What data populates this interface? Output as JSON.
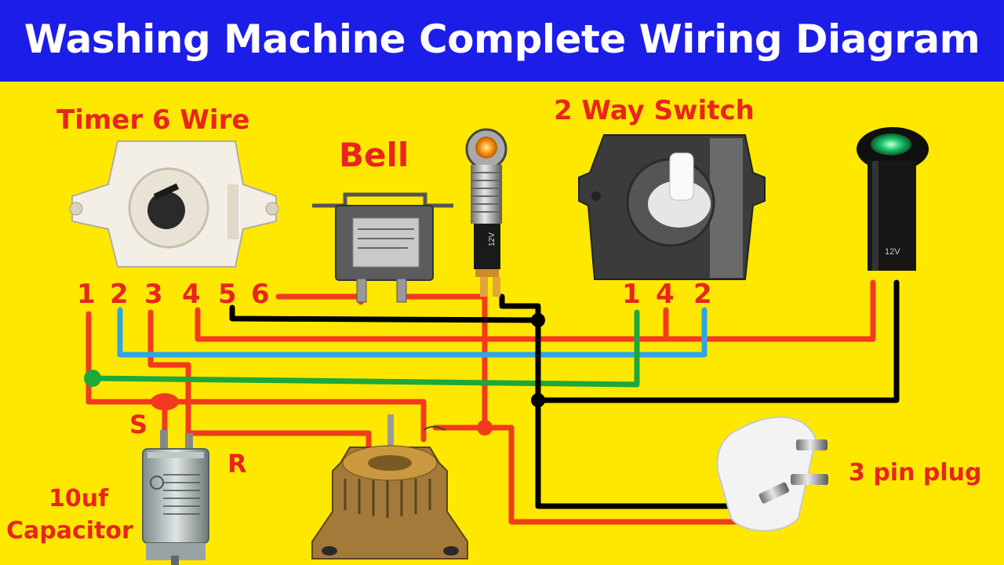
{
  "title": "Washing Machine Complete Wiring Diagram",
  "colors": {
    "banner": "#1D1DE8",
    "background": "#FFE800",
    "label_red": "#E8251C",
    "wire_red": "#F23A1E",
    "wire_black": "#000000",
    "wire_blue": "#2EA6E6",
    "wire_green": "#1DA83A"
  },
  "components": {
    "timer": {
      "label": "Timer 6 Wire",
      "terminals": [
        "1",
        "2",
        "3",
        "4",
        "5",
        "6"
      ],
      "icon": "timer-icon"
    },
    "bell": {
      "label": "Bell",
      "icon": "bell-relay-icon"
    },
    "indicator_orange": {
      "icon": "orange-indicator-lamp-icon",
      "marking": "12V"
    },
    "switch": {
      "label": "2 Way Switch",
      "terminals": [
        "1",
        "4",
        "2"
      ],
      "icon": "rotary-switch-icon"
    },
    "indicator_green": {
      "icon": "green-indicator-lamp-icon",
      "marking": "12V"
    },
    "capacitor": {
      "label_line1": "10uf",
      "label_line2": "Capacitor",
      "terminal_s": "S",
      "terminal_r": "R",
      "icon": "capacitor-icon"
    },
    "motor": {
      "icon": "motor-icon"
    },
    "plug": {
      "label": "3 pin plug",
      "icon": "three-pin-plug-icon"
    }
  }
}
